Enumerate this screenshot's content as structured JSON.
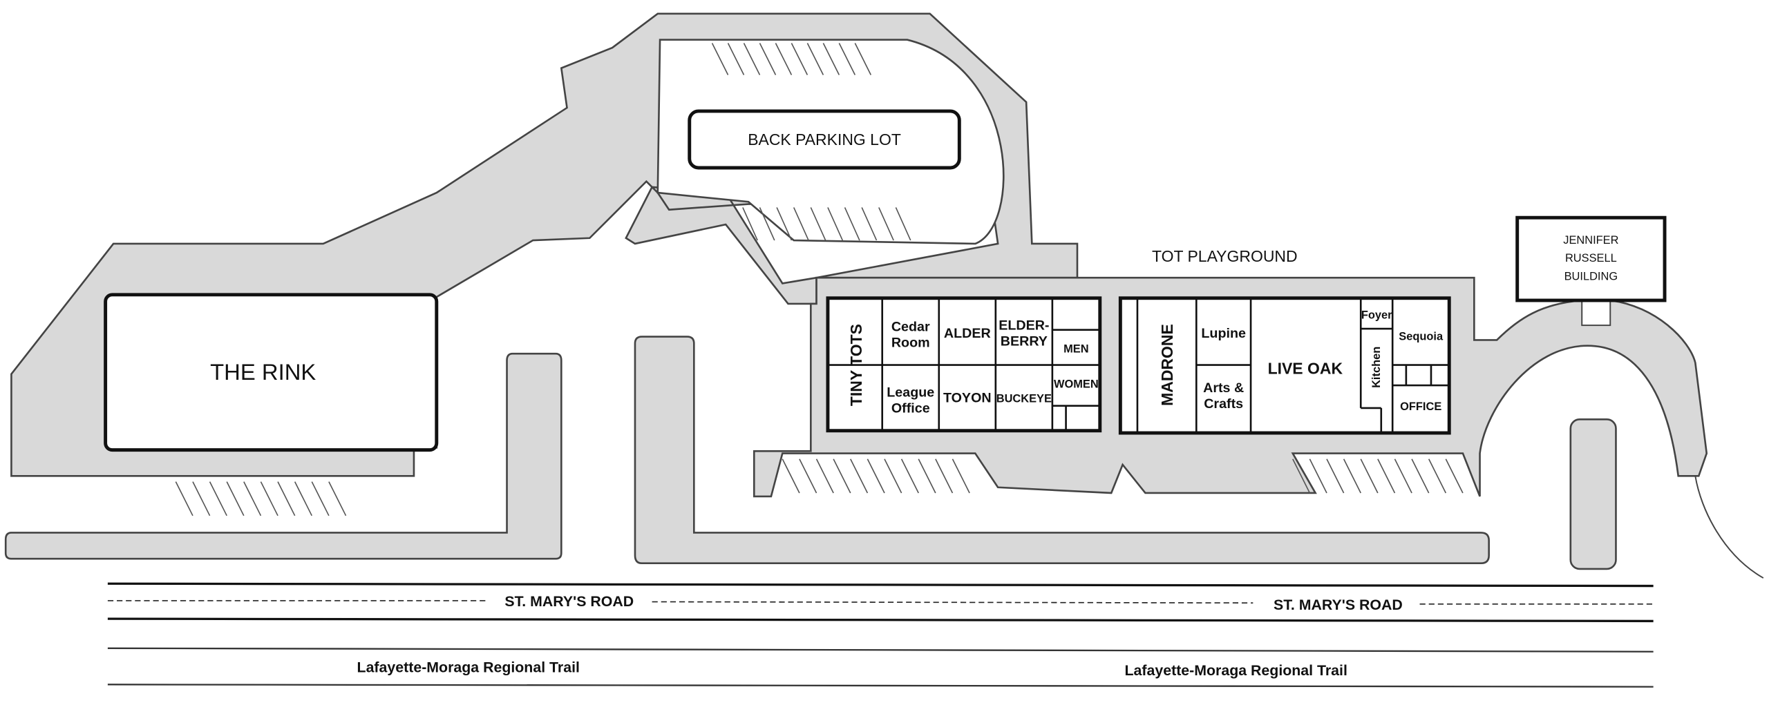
{
  "map": {
    "areas": {
      "rink": "THE RINK",
      "back_parking": "BACK PARKING LOT",
      "tot_playground": "TOT PLAYGROUND",
      "jennifer_russell": [
        "JENNIFER",
        "RUSSELL",
        "BUILDING"
      ]
    },
    "rooms_west": {
      "tiny_tots": "TINY TOTS",
      "cedar": [
        "Cedar",
        "Room"
      ],
      "league": [
        "League",
        "Office"
      ],
      "alder": "ALDER",
      "toyon": "TOYON",
      "elderberry": [
        "ELDER-",
        "BERRY"
      ],
      "buckeye": "BUCKEYE",
      "men": "MEN",
      "women": "WOMEN"
    },
    "rooms_east": {
      "madrone": "MADRONE",
      "lupine": "Lupine",
      "arts": [
        "Arts &",
        "Crafts"
      ],
      "live_oak": "LIVE OAK",
      "foyer": "Foyer",
      "kitchen": "Kitchen",
      "sequoia": "Sequoia",
      "office": "OFFICE"
    },
    "roads": {
      "st_marys": "ST. MARY'S ROAD",
      "trail": "Lafayette-Moraga Regional Trail"
    }
  }
}
